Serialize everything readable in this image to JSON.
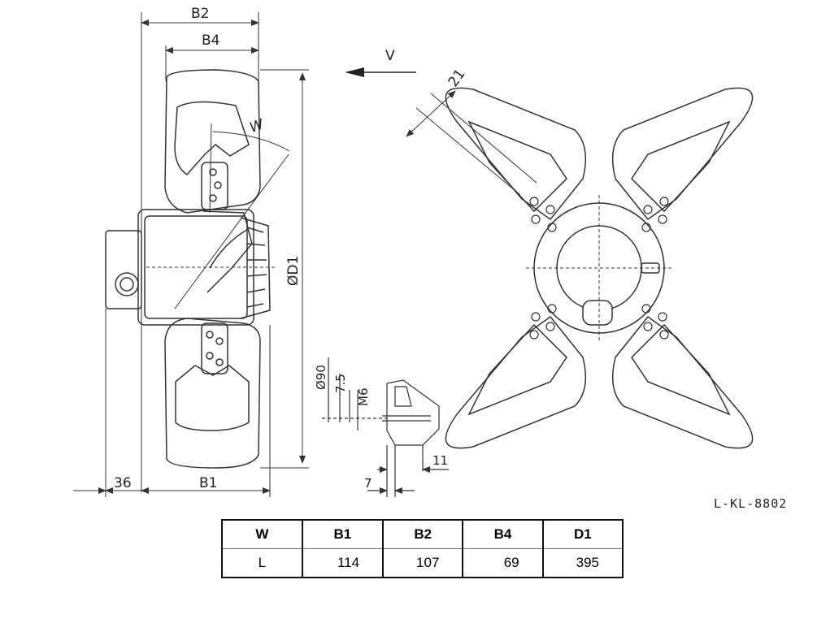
{
  "dimension_labels": {
    "b2": "B2",
    "b4": "B4",
    "w": "W",
    "d1": "ØD1",
    "b1": "B1",
    "d36": "36",
    "v": "V",
    "d21": "21",
    "d90": "Ø90",
    "d7_5": "7.5",
    "m6": "M6",
    "d11": "11",
    "d7": "7"
  },
  "drawing_code": "L-KL-8802",
  "table": {
    "headers": [
      "W",
      "B1",
      "B2",
      "B4",
      "D1"
    ],
    "row": [
      "L",
      "114",
      "107",
      "69",
      "395"
    ]
  }
}
